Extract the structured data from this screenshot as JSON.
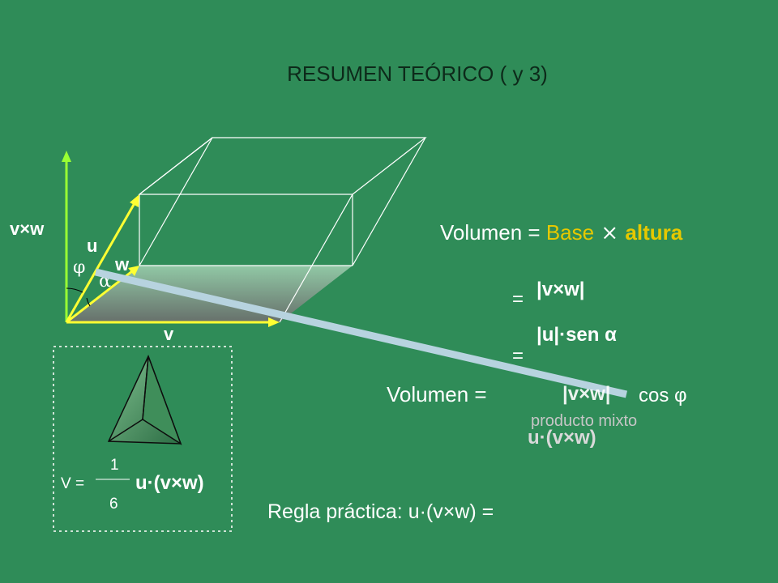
{
  "title": "RESUMEN TEÓRICO ( y 3)",
  "labels": {
    "cross_vw": "v×w",
    "u": "u",
    "w": "w",
    "v": "v",
    "phi": "φ",
    "alpha": "α"
  },
  "formulas": {
    "volumen_prefix": "Volumen = ",
    "base_overlap": "Base",
    "times": " × ",
    "altura_overlap": "altura",
    "eq1": "=",
    "abs_vw": "|v×w|",
    "eq2": "=",
    "abs_u_sen": "|u|·sen α",
    "volumen2": "Volumen = ",
    "abs_vw2": "|v×w|",
    "cos_phi": "cos φ",
    "producto_mixto": "producto mixto",
    "triple": "u·(v×w)",
    "regla": "Regla práctica: u·(v×w) ="
  },
  "tetra": {
    "v_eq": "V =",
    "num": "1",
    "den": "6",
    "triple": "u·(v×w)"
  },
  "colors": {
    "background": "#2f8c58",
    "yellow": "#ffff33",
    "green_arrow": "#99ff33",
    "bar": "#b7d3df",
    "dark_text": "#0d2a1a",
    "white_text": "#ffffff"
  }
}
